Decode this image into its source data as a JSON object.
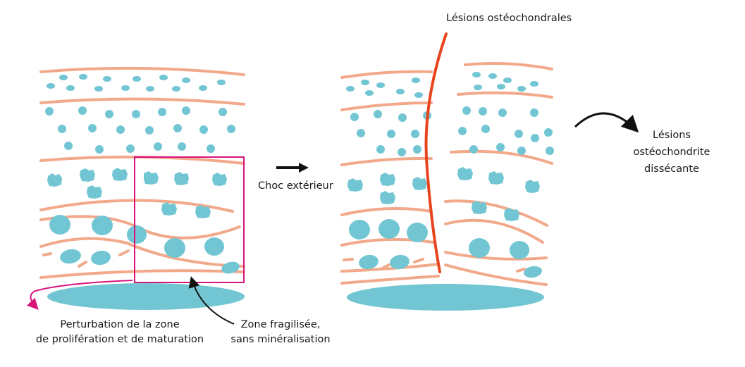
{
  "labels": {
    "lesions_osteochondrales": "Lésions ostéochondrales",
    "choc_exterieur": "Choc extérieur",
    "lesions_osteochondrite_l1": "Lésions",
    "lesions_osteochondrite_l2": "ostéochondrite",
    "lesions_osteochondrite_l3": "dissécante",
    "perturbation_l1": "Perturbation de la zone",
    "perturbation_l2": "de prolifération et de maturation",
    "zone_fragilisee_l1": "Zone fragilisée,",
    "zone_fragilisee_l2": "sans minéralisation"
  },
  "colors": {
    "layer": "#f2a98b",
    "cell": "#72c6d3",
    "highlight": "#d6147c",
    "fracture": "#e8451e",
    "arrow": "#111111",
    "text": "#1a1a1a"
  }
}
